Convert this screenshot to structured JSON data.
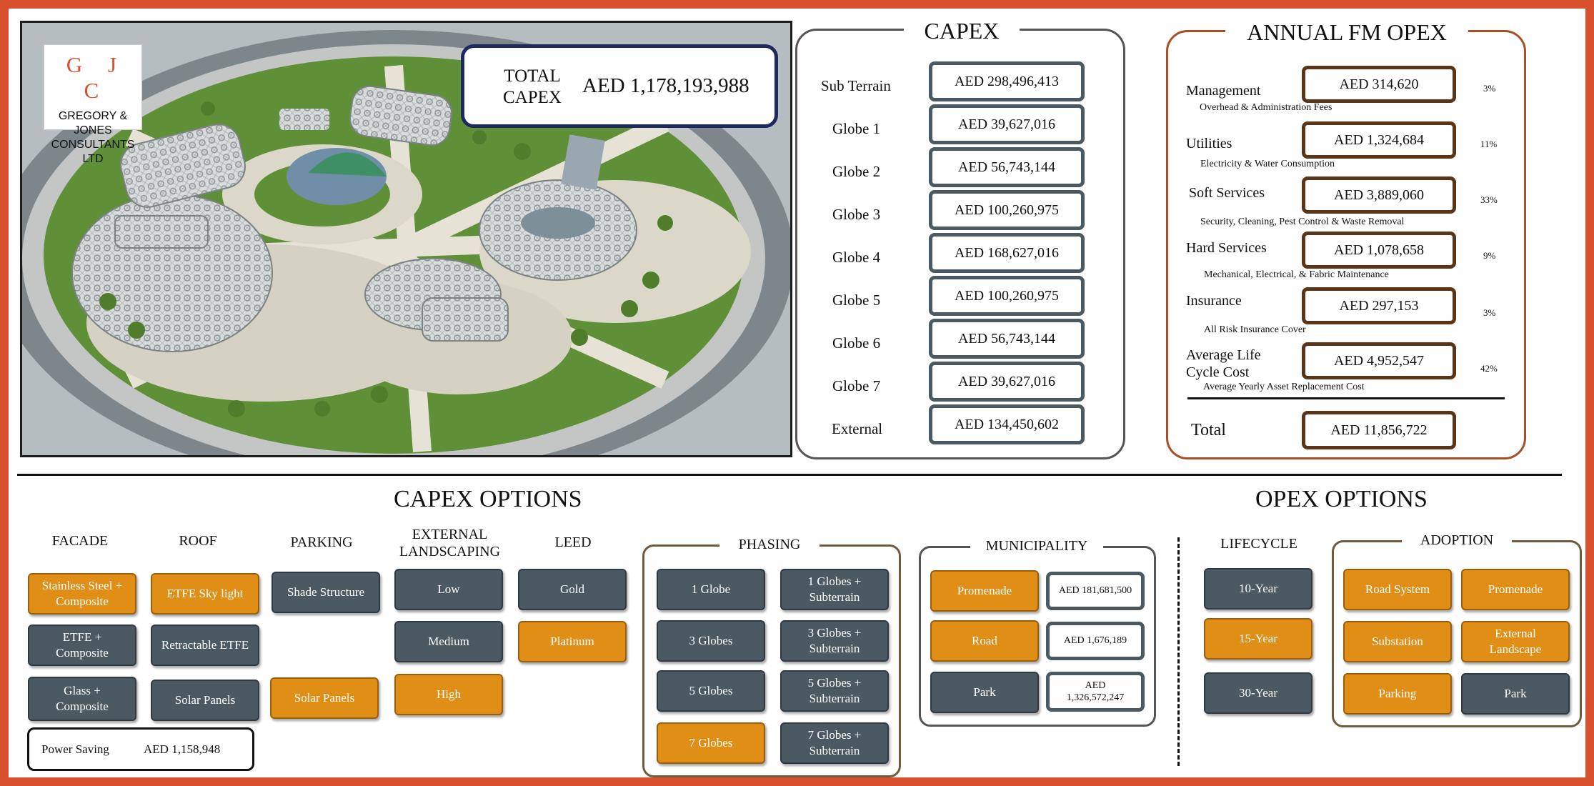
{
  "colors": {
    "frame": "#d9512c",
    "option_selected": "#e08e16",
    "option_unselected": "#4b5a62",
    "capex_border": "#4b5a62",
    "opex_border": "#5a3518",
    "total_border": "#1d2a5f"
  },
  "logo": {
    "letters": "G J C",
    "name_line1": "GREGORY & JONES",
    "name_line2": "CONSULTANTS LTD"
  },
  "total_capex": {
    "label_line1": "TOTAL",
    "label_line2": "CAPEX",
    "value": "AED 1,178,193,988"
  },
  "capex": {
    "title": "CAPEX",
    "rows": [
      {
        "label": "Sub Terrain",
        "value": "AED 298,496,413"
      },
      {
        "label": "Globe 1",
        "value": "AED 39,627,016"
      },
      {
        "label": "Globe 2",
        "value": "AED 56,743,144"
      },
      {
        "label": "Globe 3",
        "value": "AED 100,260,975"
      },
      {
        "label": "Globe 4",
        "value": "AED 168,627,016"
      },
      {
        "label": "Globe 5",
        "value": "AED 100,260,975"
      },
      {
        "label": "Globe 6",
        "value": "AED 56,743,144"
      },
      {
        "label": "Globe 7",
        "value": "AED 39,627,016"
      },
      {
        "label": "External",
        "value": "AED 134,450,602"
      }
    ]
  },
  "opex": {
    "title": "ANNUAL FM OPEX",
    "rows": [
      {
        "label": "Management",
        "note": "Overhead & Administration Fees",
        "value": "AED 314,620",
        "pct": "3%"
      },
      {
        "label": "Utilities",
        "note": "Electricity & Water Consumption",
        "value": "AED 1,324,684",
        "pct": "11%"
      },
      {
        "label": "Soft Services",
        "note": "Security, Cleaning, Pest Control & Waste Removal",
        "value": "AED 3,889,060",
        "pct": "33%"
      },
      {
        "label": "Hard Services",
        "note": "Mechanical, Electrical, & Fabric Maintenance",
        "value": "AED 1,078,658",
        "pct": "9%"
      },
      {
        "label": "Insurance",
        "note": "All Risk Insurance Cover",
        "value": "AED 297,153",
        "pct": "3%"
      },
      {
        "label_line1": "Average Life",
        "label_line2": "Cycle Cost",
        "note": "Average Yearly Asset Replacement Cost",
        "value": "AED 4,952,547",
        "pct": "42%"
      }
    ],
    "total_label": "Total",
    "total_value": "AED 11,856,722"
  },
  "capex_options": {
    "title": "CAPEX OPTIONS",
    "facade": {
      "header": "FACADE",
      "items": [
        {
          "line1": "Stainless Steel +",
          "line2": "Composite",
          "selected": true
        },
        {
          "line1": "ETFE +",
          "line2": "Composite",
          "selected": false
        },
        {
          "line1": "Glass +",
          "line2": "Composite",
          "selected": false
        }
      ]
    },
    "roof": {
      "header": "ROOF",
      "items": [
        {
          "label": "ETFE Sky light",
          "selected": true
        },
        {
          "label": "Retractable ETFE",
          "selected": false
        },
        {
          "label": "Solar Panels",
          "selected": false
        }
      ]
    },
    "parking": {
      "header": "PARKING",
      "items": [
        {
          "label": "Shade Structure",
          "selected": false
        },
        {
          "label": "Solar Panels",
          "selected": true
        }
      ]
    },
    "landscaping": {
      "header_line1": "EXTERNAL",
      "header_line2": "LANDSCAPING",
      "items": [
        {
          "label": "Low",
          "selected": false
        },
        {
          "label": "Medium",
          "selected": false
        },
        {
          "label": "High",
          "selected": true
        }
      ]
    },
    "leed": {
      "header": "LEED",
      "items": [
        {
          "label": "Gold",
          "selected": false
        },
        {
          "label": "Platinum",
          "selected": true
        }
      ]
    },
    "power_saving": {
      "label": "Power Saving",
      "value": "AED 1,158,948"
    },
    "phasing": {
      "title": "PHASING",
      "items": [
        {
          "line1": "1 Globe",
          "line2": "",
          "selected": false
        },
        {
          "line1": "1 Globes +",
          "line2": "Subterrain",
          "selected": false
        },
        {
          "line1": "3 Globes",
          "line2": "",
          "selected": false
        },
        {
          "line1": "3 Globes +",
          "line2": "Subterrain",
          "selected": false
        },
        {
          "line1": "5 Globes",
          "line2": "",
          "selected": false
        },
        {
          "line1": "5 Globes +",
          "line2": "Subterrain",
          "selected": false
        },
        {
          "line1": "7 Globes",
          "line2": "",
          "selected": true
        },
        {
          "line1": "7 Globes +",
          "line2": "Subterrain",
          "selected": false
        }
      ]
    },
    "municipality": {
      "title": "MUNICIPALITY",
      "items": [
        {
          "label": "Promenade",
          "value_line1": "AED 181,681,500",
          "value_line2": "",
          "selected": true
        },
        {
          "label": "Road",
          "value_line1": "AED 1,676,189",
          "value_line2": "",
          "selected": true
        },
        {
          "label": "Park",
          "value_line1": "AED",
          "value_line2": "1,326,572,247",
          "selected": false
        }
      ]
    }
  },
  "opex_options": {
    "title": "OPEX OPTIONS",
    "lifecycle": {
      "header": "LIFECYCLE",
      "items": [
        {
          "label": "10-Year",
          "selected": false
        },
        {
          "label": "15-Year",
          "selected": true
        },
        {
          "label": "30-Year",
          "selected": false
        }
      ]
    },
    "adoption": {
      "title": "ADOPTION",
      "items": [
        {
          "line1": "Road System",
          "line2": "",
          "selected": true
        },
        {
          "line1": "Promenade",
          "line2": "",
          "selected": true
        },
        {
          "line1": "Substation",
          "line2": "",
          "selected": true
        },
        {
          "line1": "External",
          "line2": "Landscape",
          "selected": true
        },
        {
          "line1": "Parking",
          "line2": "",
          "selected": true
        },
        {
          "line1": "Park",
          "line2": "",
          "selected": false
        }
      ]
    }
  }
}
